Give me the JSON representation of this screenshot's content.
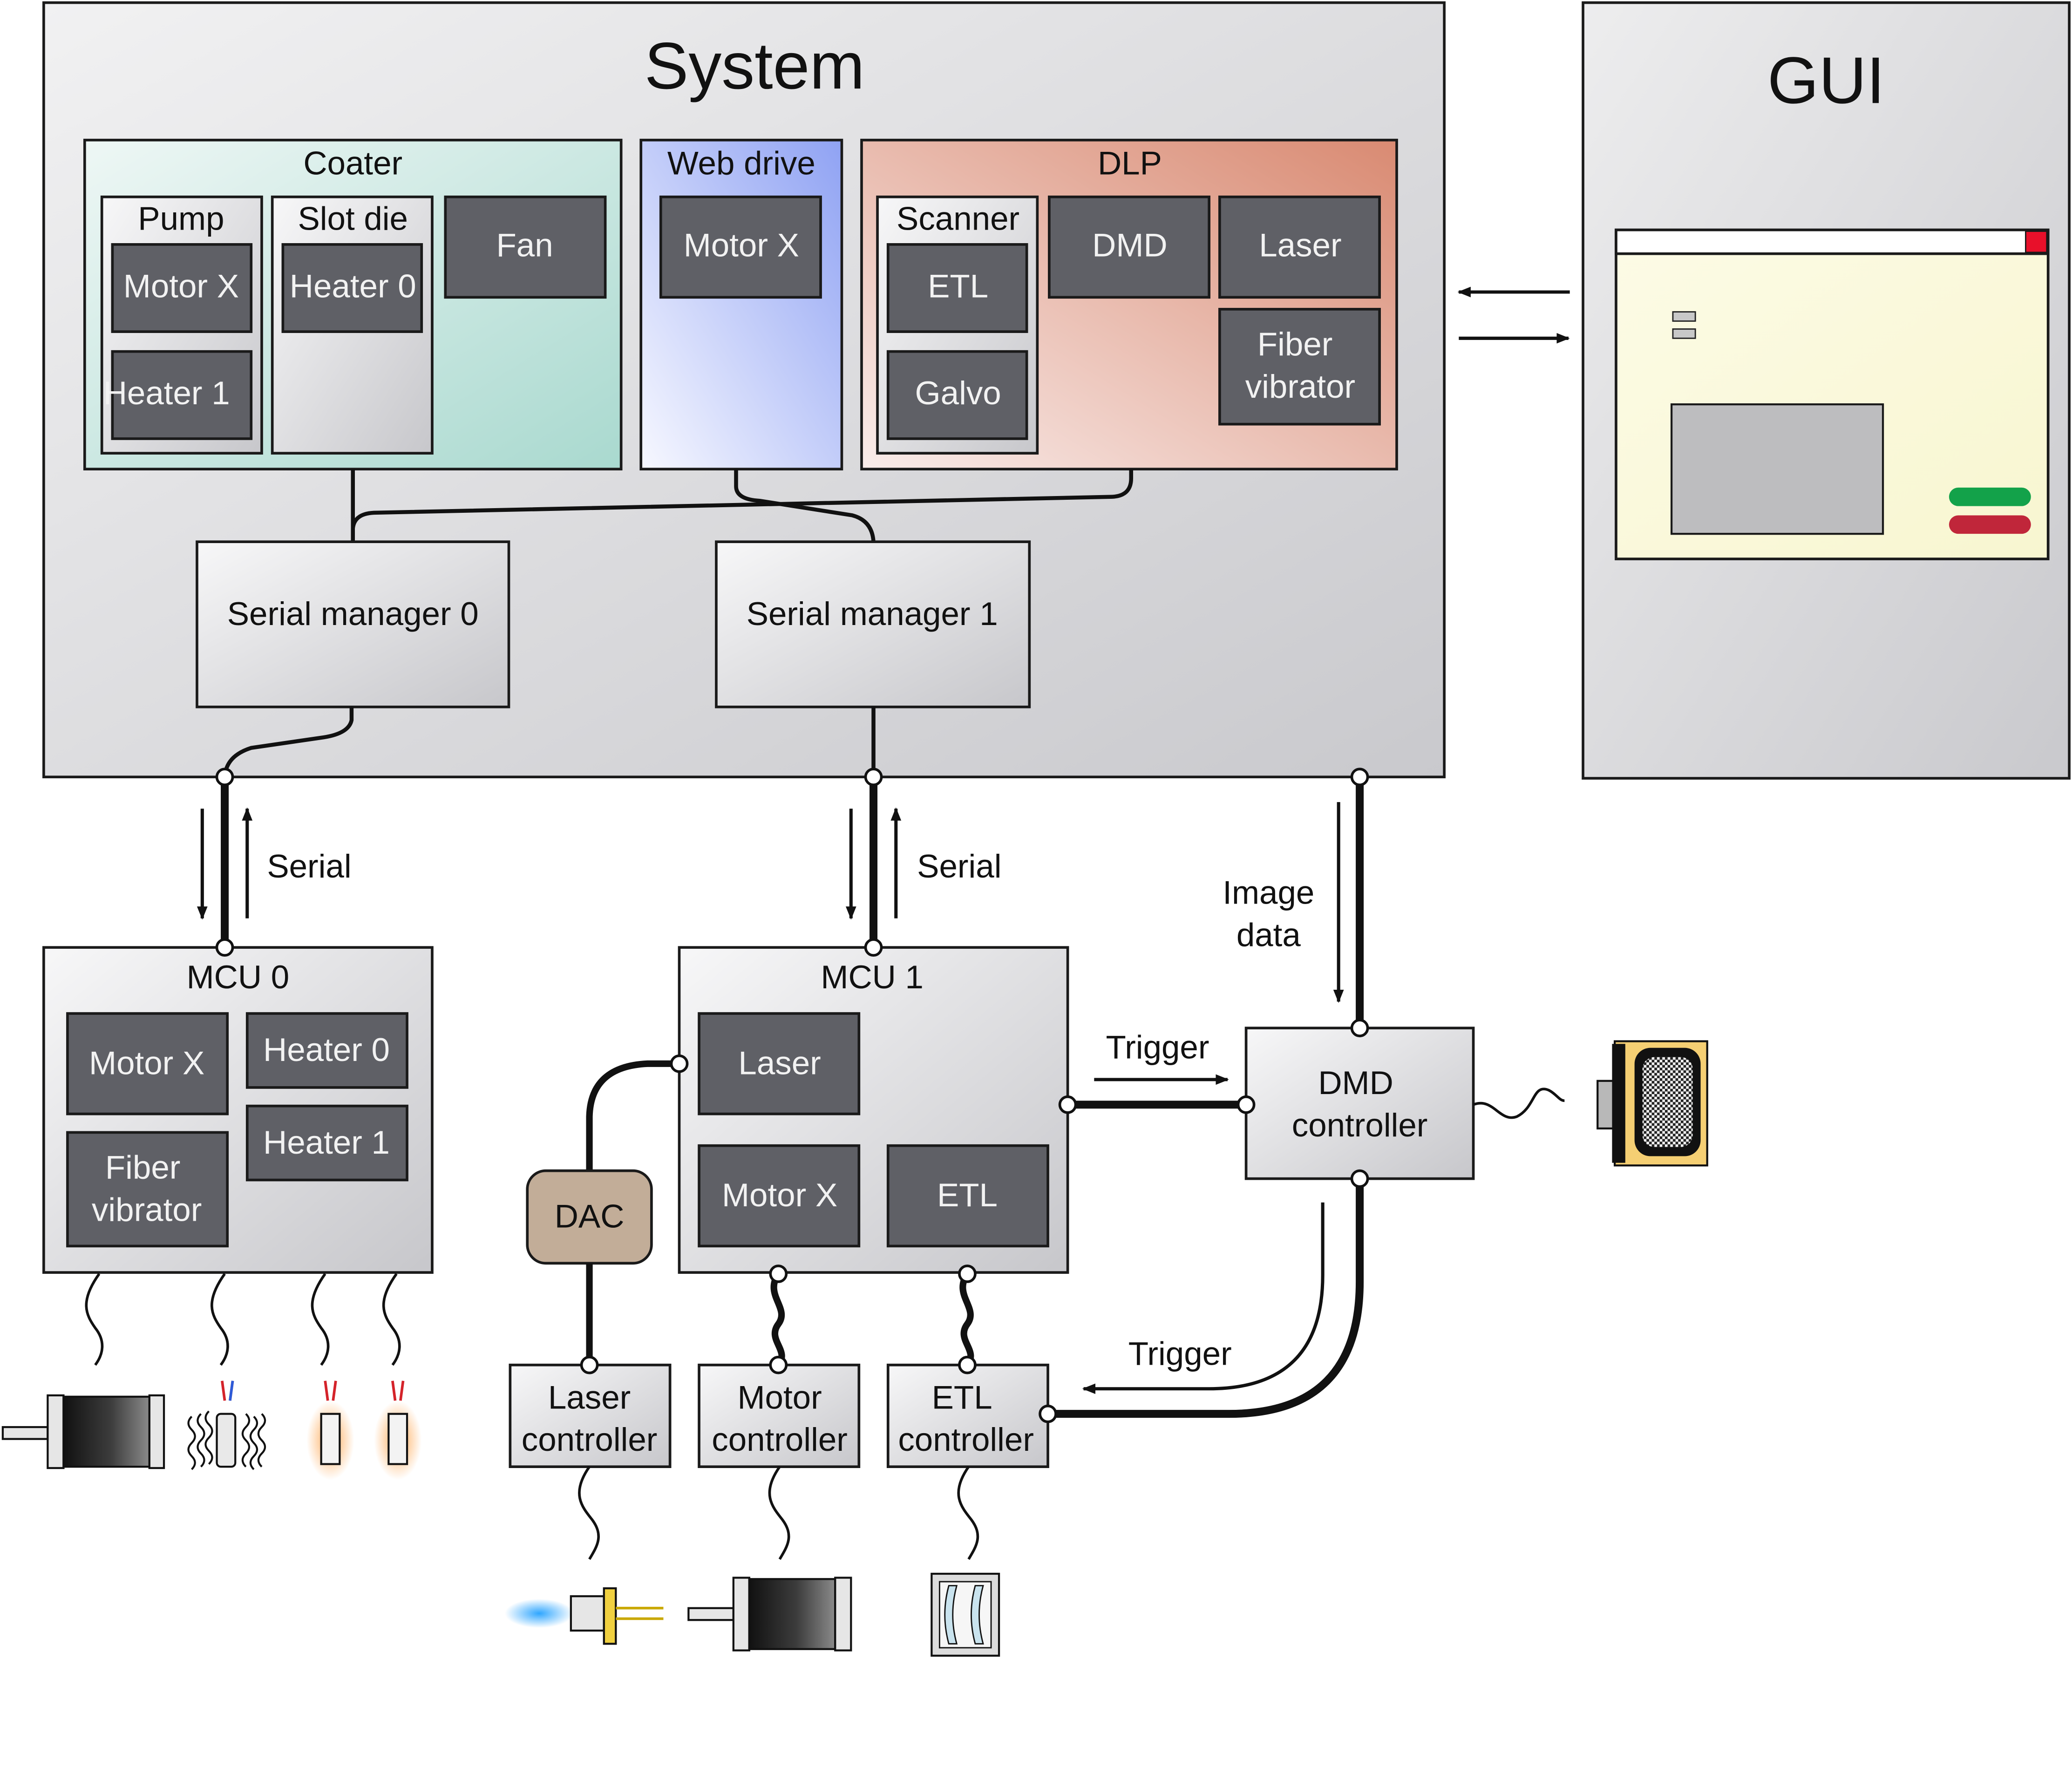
{
  "system": {
    "title": "System",
    "coater": {
      "title": "Coater",
      "pump": {
        "title": "Pump",
        "motor": "Motor X",
        "heater": "Heater 1"
      },
      "slot_die": {
        "title": "Slot die",
        "heater": "Heater 0"
      },
      "fan": "Fan"
    },
    "web_drive": {
      "title": "Web drive",
      "motor": "Motor X"
    },
    "dlp": {
      "title": "DLP",
      "scanner": {
        "title": "Scanner",
        "etl": "ETL",
        "galvo": "Galvo"
      },
      "dmd": "DMD",
      "laser": "Laser",
      "fiber_line1": "Fiber",
      "fiber_line2": "vibrator"
    },
    "serial_manager_0": "Serial manager 0",
    "serial_manager_1": "Serial manager 1"
  },
  "gui": {
    "title": "GUI"
  },
  "links": {
    "serial_left": "Serial",
    "serial_right": "Serial",
    "image_data_line1": "Image",
    "image_data_line2": "data",
    "trigger_top": "Trigger",
    "trigger_bottom": "Trigger"
  },
  "mcu0": {
    "title": "MCU 0",
    "motor": "Motor X",
    "heater0": "Heater 0",
    "heater1": "Heater 1",
    "fiber_line1": "Fiber",
    "fiber_line2": "vibrator"
  },
  "mcu1": {
    "title": "MCU 1",
    "laser": "Laser",
    "motor": "Motor X",
    "etl": "ETL"
  },
  "dac": "DAC",
  "dmd_controller": {
    "line1": "DMD",
    "line2": "controller"
  },
  "laser_controller": {
    "line1": "Laser",
    "line2": "controller"
  },
  "motor_controller": {
    "line1": "Motor",
    "line2": "controller"
  },
  "etl_controller": {
    "line1": "ETL",
    "line2": "controller"
  },
  "colors": {
    "module_box": "#5f6066",
    "coater_tint": "#a9d9cf",
    "web_drive_tint": "#8fa2f3",
    "dlp_tint": "#d98a72",
    "dac_fill": "#c2ad98",
    "gui_window": "#fbfbe0",
    "green_button": "#13a24a",
    "red_button": "#c0263a"
  },
  "icons": [
    "stepper-motor-icon",
    "fiber-vibrator-icon",
    "heater-cartridge-icon",
    "laser-diode-icon",
    "etl-lens-icon",
    "dmd-camera-icon"
  ]
}
